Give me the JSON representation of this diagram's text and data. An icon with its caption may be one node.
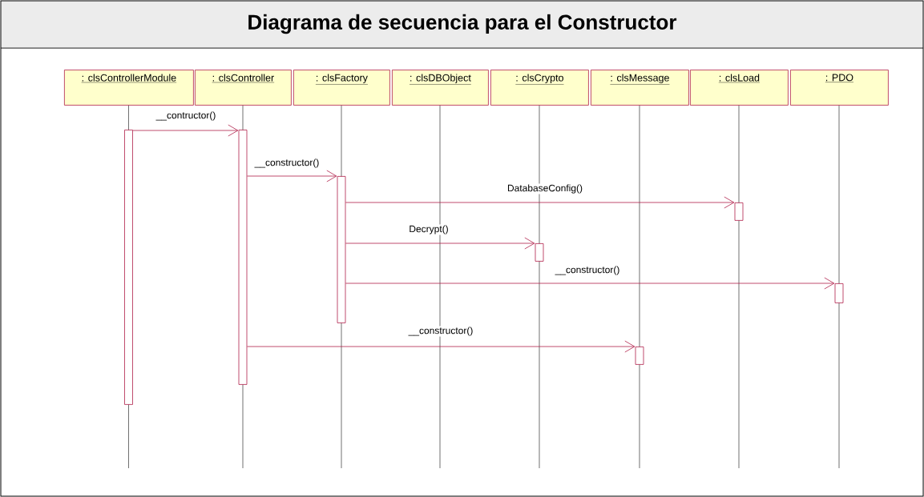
{
  "diagram": {
    "title": "Diagrama de secuencia para el Constructor",
    "nodes": [
      {
        "text": [
          ": clsControllerModule"
        ]
      },
      {
        "text": [
          ": clsController"
        ]
      },
      {
        "text": [
          ": clsFactory"
        ]
      },
      {
        "text": [
          ": clsDBObject"
        ]
      },
      {
        "text": [
          ": clsCrypto"
        ]
      },
      {
        "text": [
          ": clsMessage"
        ]
      },
      {
        "text": [
          ": clsLoad"
        ]
      },
      {
        "text": [
          ": PDO"
        ]
      },
      {
        "text": [],
        "shape": "bar"
      },
      {
        "text": [],
        "shape": "bar"
      },
      {
        "text": [],
        "shape": "bar"
      },
      {
        "text": [],
        "shape": "bar"
      },
      {
        "text": [],
        "shape": "bar"
      },
      {
        "text": [],
        "shape": "bar"
      },
      {
        "text": [],
        "shape": "bar"
      }
    ],
    "edges": [
      {
        "from": 8,
        "to": 9,
        "arrow": "to",
        "label": "__contructor()"
      },
      {
        "from": 9,
        "to": 10,
        "arrow": "to",
        "label": "__constructor()"
      },
      {
        "from": 10,
        "to": 11,
        "arrow": "to",
        "label": "DatabaseConfig()"
      },
      {
        "from": 10,
        "to": 12,
        "arrow": "to",
        "label": "Decrypt()"
      },
      {
        "from": 10,
        "to": 13,
        "arrow": "to",
        "label": "__constructor()"
      },
      {
        "from": 9,
        "to": 14,
        "arrow": "to",
        "label": "__constructor()"
      }
    ]
  }
}
